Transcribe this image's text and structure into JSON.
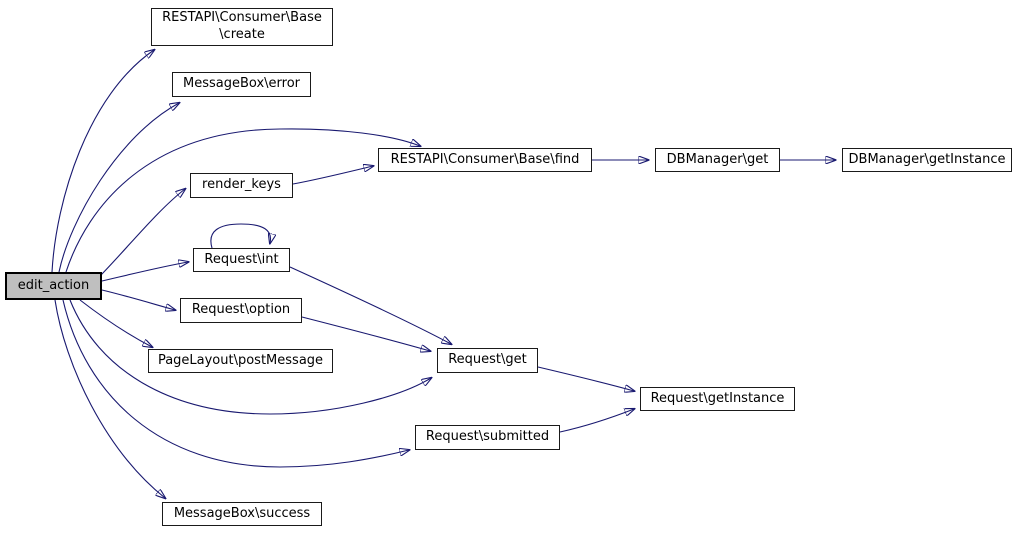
{
  "diagram": {
    "type": "call-graph",
    "background_color": "#ffffff",
    "edge_color": "#191970",
    "node_fill": "#ffffff",
    "node_border_color": "#1a1a1a",
    "highlight_node_fill": "#bfbfbf",
    "text_color": "#000000"
  },
  "nodes": {
    "edit_action": {
      "label": "edit_action"
    },
    "create": {
      "line1": "RESTAPI\\Consumer\\Base",
      "line2": "\\create"
    },
    "messagebox_error": {
      "label": "MessageBox\\error"
    },
    "find": {
      "label": "RESTAPI\\Consumer\\Base\\find"
    },
    "dbmanager_get": {
      "label": "DBManager\\get"
    },
    "dbmanager_getinstance": {
      "label": "DBManager\\getInstance"
    },
    "render_keys": {
      "label": "render_keys"
    },
    "request_int": {
      "label": "Request\\int"
    },
    "request_option": {
      "label": "Request\\option"
    },
    "pagelayout_postmessage": {
      "label": "PageLayout\\postMessage"
    },
    "request_get": {
      "label": "Request\\get"
    },
    "request_getinstance": {
      "label": "Request\\getInstance"
    },
    "request_submitted": {
      "label": "Request\\submitted"
    },
    "messagebox_success": {
      "label": "MessageBox\\success"
    }
  },
  "edges": [
    {
      "from": "edit_action",
      "to": "RESTAPI\\Consumer\\Base\\create"
    },
    {
      "from": "edit_action",
      "to": "MessageBox\\error"
    },
    {
      "from": "edit_action",
      "to": "RESTAPI\\Consumer\\Base\\find"
    },
    {
      "from": "edit_action",
      "to": "render_keys"
    },
    {
      "from": "edit_action",
      "to": "Request\\int"
    },
    {
      "from": "edit_action",
      "to": "Request\\option"
    },
    {
      "from": "edit_action",
      "to": "PageLayout\\postMessage"
    },
    {
      "from": "edit_action",
      "to": "Request\\get"
    },
    {
      "from": "edit_action",
      "to": "Request\\submitted"
    },
    {
      "from": "edit_action",
      "to": "MessageBox\\success"
    },
    {
      "from": "render_keys",
      "to": "RESTAPI\\Consumer\\Base\\find"
    },
    {
      "from": "RESTAPI\\Consumer\\Base\\find",
      "to": "DBManager\\get"
    },
    {
      "from": "DBManager\\get",
      "to": "DBManager\\getInstance"
    },
    {
      "from": "Request\\int",
      "to": "Request\\int"
    },
    {
      "from": "Request\\int",
      "to": "Request\\get"
    },
    {
      "from": "Request\\option",
      "to": "Request\\get"
    },
    {
      "from": "Request\\get",
      "to": "Request\\getInstance"
    },
    {
      "from": "Request\\submitted",
      "to": "Request\\getInstance"
    }
  ]
}
